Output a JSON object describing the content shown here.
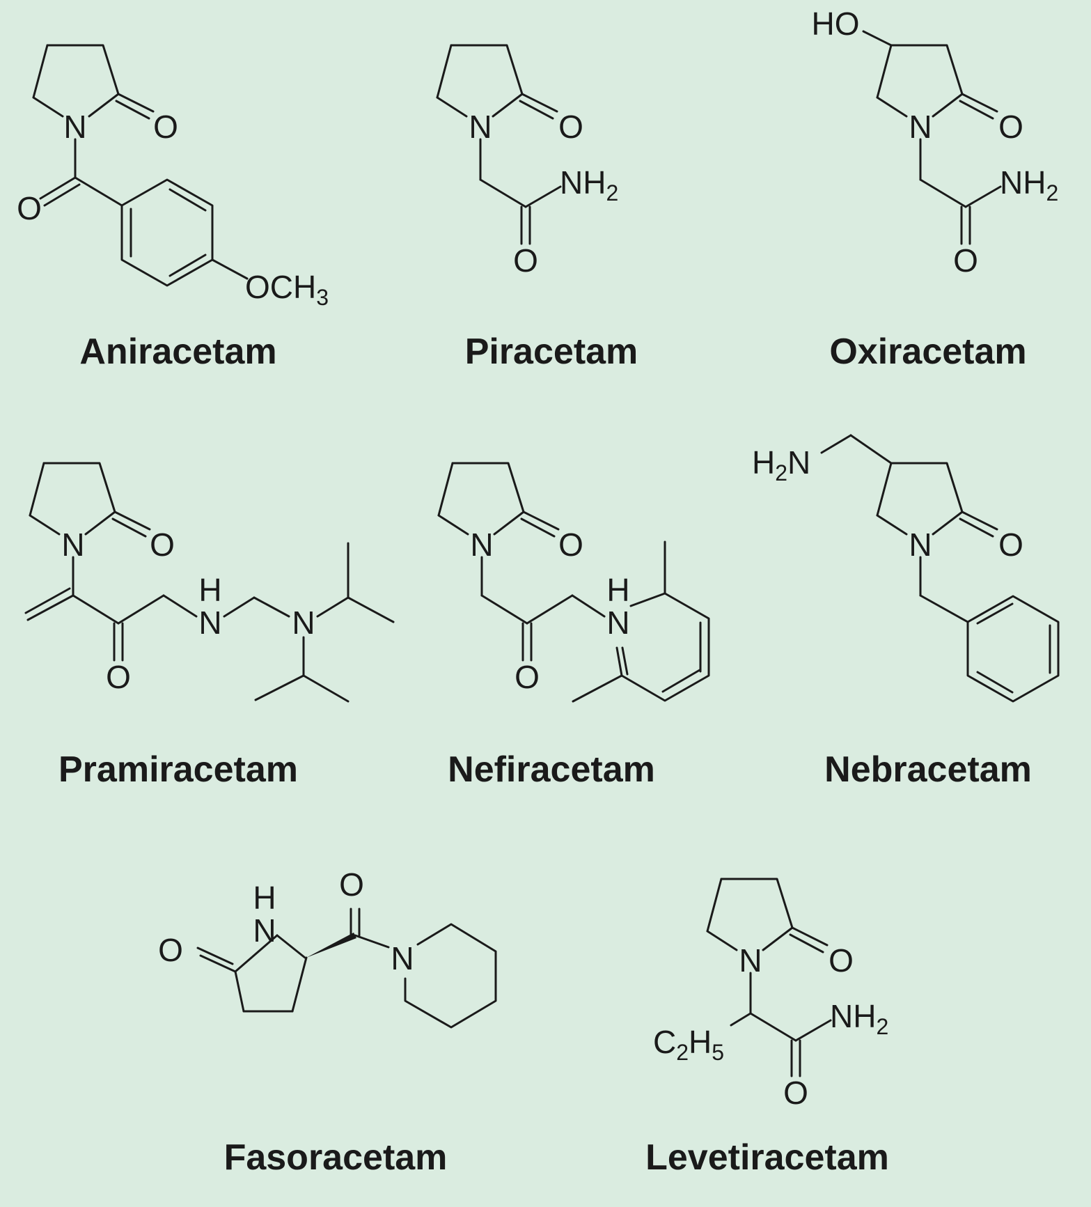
{
  "colors": {
    "background": "#daece0",
    "ink": "#1a1a1a"
  },
  "compounds": [
    {
      "name": "Aniracetam",
      "atoms": {
        "n": "N",
        "o_ring": "O",
        "o_acyl": "O",
        "och3_main": "OCH",
        "och3_sub": "3"
      }
    },
    {
      "name": "Piracetam",
      "atoms": {
        "n": "N",
        "o_ring": "O",
        "nh2_main": "NH",
        "nh2_sub": "2",
        "o_amide": "O"
      }
    },
    {
      "name": "Oxiracetam",
      "atoms": {
        "ho": "HO",
        "n": "N",
        "o_ring": "O",
        "nh2_main": "NH",
        "nh2_sub": "2",
        "o_amide": "O"
      }
    },
    {
      "name": "Pramiracetam",
      "atoms": {
        "n_ring": "N",
        "o_ring": "O",
        "o_keto": "O",
        "nh_h": "H",
        "nh_n": "N",
        "n_tert": "N"
      }
    },
    {
      "name": "Nefiracetam",
      "atoms": {
        "n_ring": "N",
        "o_ring": "O",
        "o_keto": "O",
        "nh_h": "H",
        "nh_n": "N"
      }
    },
    {
      "name": "Nebracetam",
      "atoms": {
        "h2n_h": "H",
        "h2n_sub": "2",
        "h2n_n": "N",
        "n_ring": "N",
        "o_ring": "O"
      }
    },
    {
      "name": "Fasoracetam",
      "atoms": {
        "o_ring": "O",
        "nh_h": "H",
        "nh_n": "N",
        "o_acyl": "O",
        "n_pip": "N"
      }
    },
    {
      "name": "Levetiracetam",
      "atoms": {
        "n_ring": "N",
        "o_ring": "O",
        "nh2_main": "NH",
        "nh2_sub": "2",
        "c2h5_c": "C",
        "c2h5_sub1": "2",
        "c2h5_h": "H",
        "c2h5_sub2": "5",
        "o_amide": "O"
      }
    }
  ]
}
